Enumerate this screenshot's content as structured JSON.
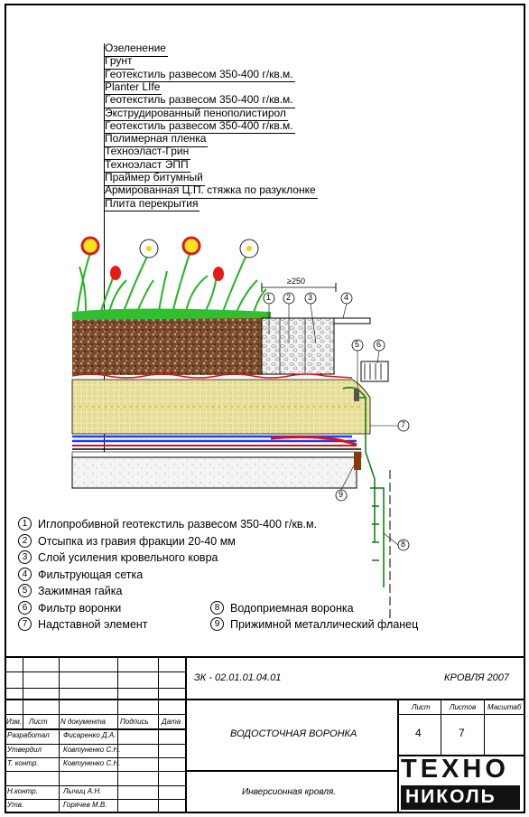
{
  "layers": [
    "Озеленение",
    "Грунт",
    "Геотекстиль развесом 350-400 г/кв.м.",
    "Planter LIfe",
    "Геотекстиль развесом 350-400 г/кв.м.",
    "Экструдированный пенополистирол",
    "Геотекстиль развесом 350-400 г/кв.м.",
    "Полимерная пленка",
    "Техноэласт-Грин",
    "Техноэласт ЭПП",
    "Праймер битумный",
    "Армированная Ц.П. стяжка по разуклонке",
    "Плита перекрытия"
  ],
  "dimension": "≥250",
  "callouts": [
    "1",
    "2",
    "3",
    "4",
    "5",
    "6",
    "7",
    "8",
    "9"
  ],
  "legend": [
    {
      "num": "1",
      "text": "Иглопробивной геотекстиль развесом 350-400 г/кв.м."
    },
    {
      "num": "2",
      "text": "Отсыпка из гравия фракции 20-40 мм"
    },
    {
      "num": "3",
      "text": "Слой усиления кровельного ковра"
    },
    {
      "num": "4",
      "text": "Фильтрующая сетка"
    },
    {
      "num": "5",
      "text": "Зажимная гайка"
    },
    {
      "num": "6",
      "text": "Фильтр воронки"
    },
    {
      "num": "7",
      "text": "Надставной элемент"
    },
    {
      "num": "8",
      "text": "Водоприемная воронка"
    },
    {
      "num": "9",
      "text": "Прижимной металлический фланец"
    }
  ],
  "title_block": {
    "code": "ЗК - 02.01.01.04.01",
    "series": "КРОВЛЯ 2007",
    "headers": {
      "izm": "Изм.",
      "list": "Лист",
      "ndoc": "N документа",
      "podpis": "Подпись",
      "data": "Дата"
    },
    "rows": [
      {
        "role": "Разработал",
        "name": "Фисаренко Д.А."
      },
      {
        "role": "Утвердил",
        "name": "Ковтуненко С.Н."
      },
      {
        "role": "Т. контр.",
        "name": "Ковтуненко С.Н."
      },
      {
        "role": "",
        "name": ""
      },
      {
        "role": "Н.контр.",
        "name": "Лычиц А.Н."
      },
      {
        "role": "Утв.",
        "name": "Горячев М.В."
      }
    ],
    "title": "ВОДОСТОЧНАЯ ВОРОНКА",
    "subtitle": "Инверсионная кровля.",
    "sheet_headers": {
      "list": "Лист",
      "listov": "Листов",
      "scale": "Масштаб"
    },
    "sheet": "4",
    "sheets": "7",
    "logo_top": "ТЕХНО",
    "logo_bottom": "НИКОЛЬ"
  },
  "colors": {
    "soil": "#8a5a3a",
    "green": "#2fbf2f",
    "insulation": "#e8e2a0",
    "blue": "#1c3cff",
    "red": "#e01010",
    "gravel": "#cfd0cf"
  }
}
